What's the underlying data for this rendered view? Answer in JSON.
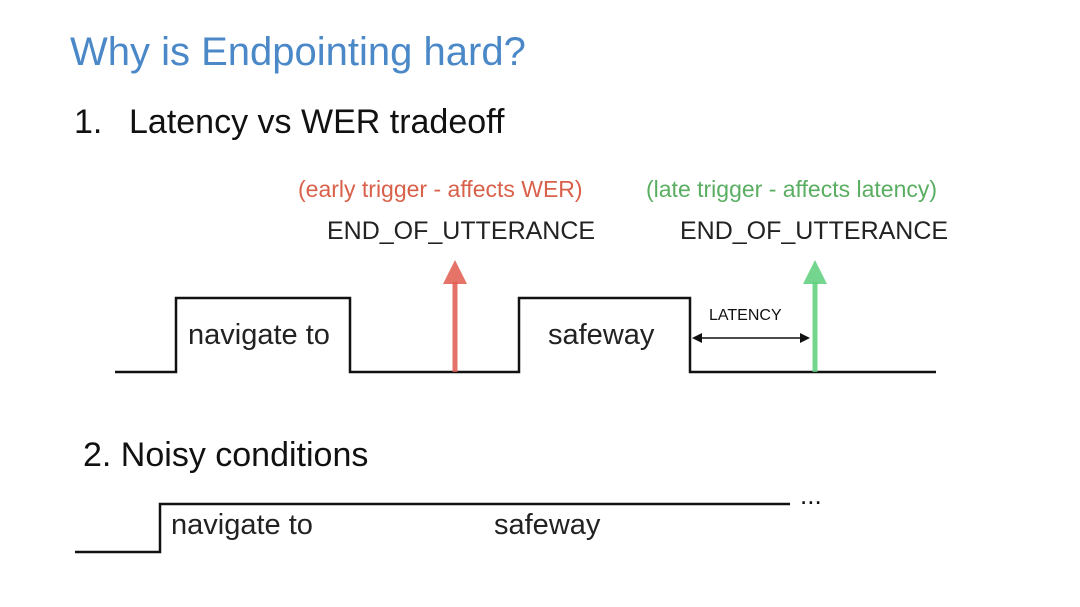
{
  "slide": {
    "title": "Why is Endpointing hard?",
    "item1": {
      "number": "1.",
      "text": "Latency vs WER tradeoff"
    },
    "item2": {
      "text": "2. Noisy conditions"
    }
  },
  "diagram1": {
    "early": {
      "caption": "(early trigger - affects WER)",
      "label": "END_OF_UTTERANCE",
      "color": "#e05a4e"
    },
    "late": {
      "caption": "(late trigger - affects latency)",
      "label": "END_OF_UTTERANCE",
      "color": "#5ccf7a"
    },
    "words": [
      "navigate to",
      "safeway"
    ],
    "latency_label": "LATENCY"
  },
  "diagram2": {
    "words": [
      "navigate to",
      "safeway"
    ],
    "ellipsis": "..."
  }
}
